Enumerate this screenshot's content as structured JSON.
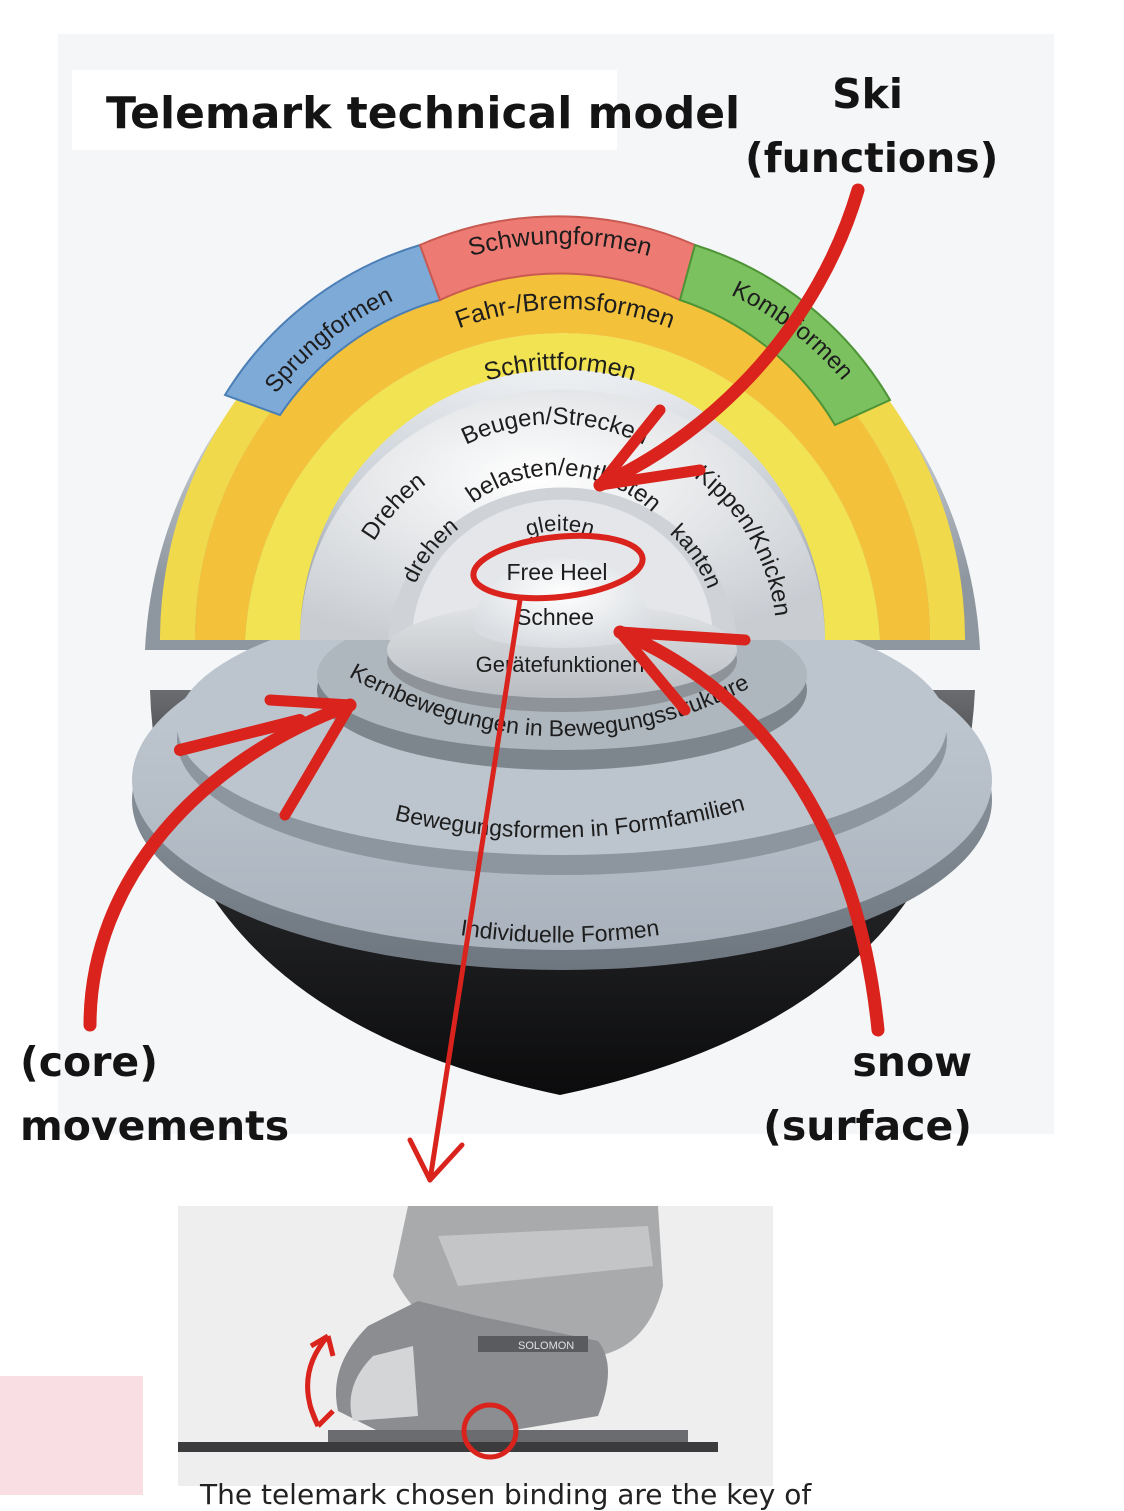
{
  "title": "Telemark technical model",
  "labels": {
    "ski_line1": "Ski",
    "ski_line2": "(functions)",
    "core_line1": "(core)",
    "core_line2": "movements",
    "snow_line1": "snow",
    "snow_line2": "(surface)"
  },
  "rings": {
    "schwungformen": "Schwungformen",
    "sprungformen": "Sprungformen",
    "kombiformen": "Kombiformen",
    "fahr_bremsformen": "Fahr-/Bremsformen",
    "schrittformen": "Schrittformen",
    "beugen_strecken": "Beugen/Strecken",
    "drehen_outer": "Drehen",
    "kippen_knicken": "Kippen/Knicken",
    "belasten_entlasten": "belasten/entlasten",
    "drehen_inner": "drehen",
    "kanten": "kanten",
    "gleiten": "gleiten",
    "free_heel": "Free Heel",
    "schnee": "Schnee",
    "geraetefunktionen": "Gerätefunktionen",
    "kernbewegungen": "Kernbewegungen in Bewegungsstrukturen",
    "bewegungsformen": "Bewegungsformen in Formfamilien",
    "individuelle": "Individuelle Formen"
  },
  "photo_brand": "SOLOMON",
  "caption": "The telemark chosen binding are the key of"
}
